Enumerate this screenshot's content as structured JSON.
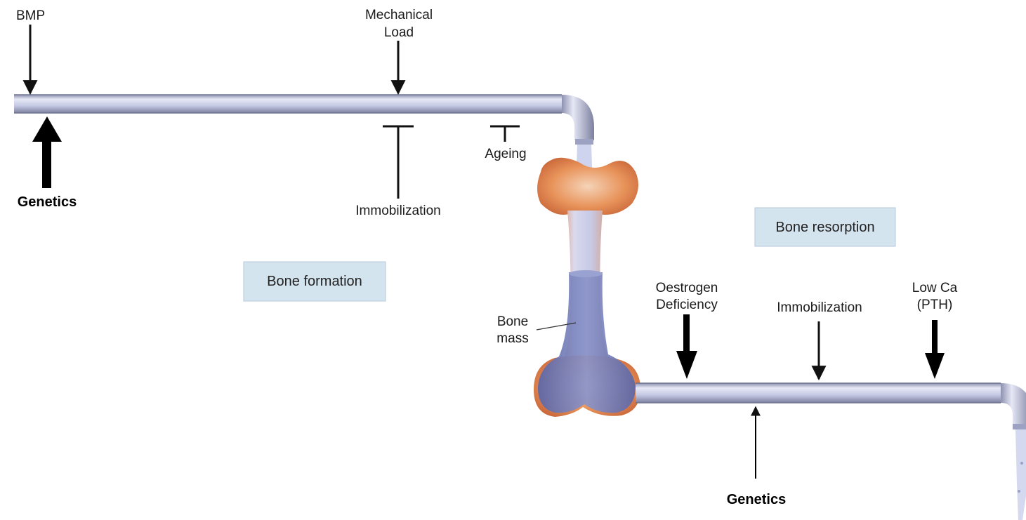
{
  "labels": {
    "bmp": "BMP",
    "mechanical_load_line1": "Mechanical",
    "mechanical_load_line2": "Load",
    "genetics_formation": "Genetics",
    "immobilization_formation": "Immobilization",
    "ageing": "Ageing",
    "bone_formation": "Bone formation",
    "bone_resorption": "Bone resorption",
    "bone_mass_line1": "Bone",
    "bone_mass_line2": "mass",
    "oestrogen_line1": "Oestrogen",
    "oestrogen_line2": "Deficiency",
    "immobilization_resorption": "Immobilization",
    "low_ca_line1": "Low Ca",
    "low_ca_line2": "(PTH)",
    "genetics_resorption": "Genetics"
  },
  "colors": {
    "pipe": "#c9cde8",
    "pipe_edge": "#6f7390",
    "bone_end": "#e8935a",
    "bone_shaft": "#c9cbe6",
    "bone_mass": "#6d78b5",
    "label_box": "#d4e4ef",
    "water": "#c2c9e8"
  }
}
